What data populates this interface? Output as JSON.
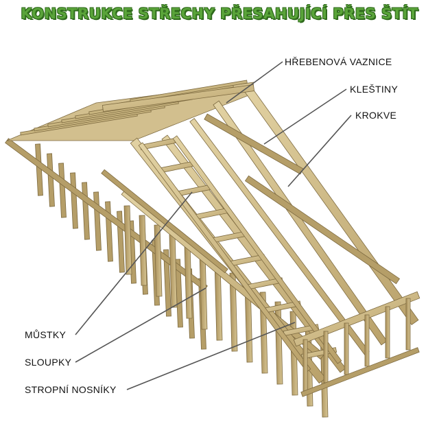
{
  "title": "KONSTRUKCE STŘECHY PŘESAHUJÍCÍ PŘES ŠTÍT",
  "labels": {
    "ridge_purlin": "HŘEBENOVÁ VAZNICE",
    "collar_ties": "KLEŠTINY",
    "rafters": "KROKVE",
    "bridges": "MŮSTKY",
    "posts": "SLOUPKY",
    "ceiling_joists": "STROPNÍ NOSNÍKY"
  },
  "colors": {
    "title_fill": "#5aa43a",
    "title_outline": "#2f6a1c",
    "timber_light": "#d2bf8e",
    "timber_mid": "#b59e68",
    "timber_dark": "#7d6a40",
    "leader_line": "#555555"
  }
}
